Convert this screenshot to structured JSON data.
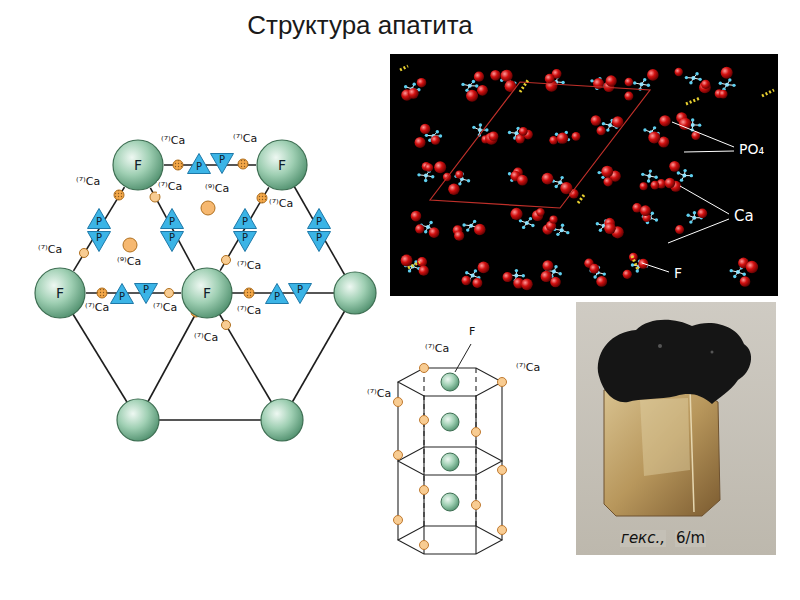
{
  "diagram": {
    "title": "Структура апатита",
    "nodes": [
      {
        "text": [
          "F"
        ]
      },
      {
        "text": [
          "F"
        ]
      },
      {
        "text": [
          "P"
        ]
      },
      {
        "text": [
          "P"
        ]
      },
      {
        "text": [
          "P"
        ]
      },
      {
        "text": [
          "P"
        ]
      },
      {
        "text": [
          "P"
        ]
      },
      {
        "text": [
          "P"
        ]
      },
      {
        "text": [
          "P"
        ]
      },
      {
        "text": [
          "P"
        ]
      },
      {
        "text": [
          "P"
        ]
      },
      {
        "text": [
          "P"
        ]
      },
      {
        "text": [
          "F"
        ]
      },
      {
        "text": [
          "P"
        ]
      },
      {
        "text": [
          "P"
        ]
      },
      {
        "text": [
          "F"
        ]
      },
      {
        "text": [
          "P"
        ]
      },
      {
        "text": [
          "P"
        ]
      }
    ],
    "edges": [
      {
        "from": 0,
        "to": 1,
        "arrow": "none"
      },
      {
        "from": 0,
        "to": 12,
        "arrow": "none"
      },
      {
        "from": 0,
        "to": 15,
        "arrow": "none"
      },
      {
        "from": 1,
        "to": 15,
        "arrow": "none"
      },
      {
        "from": 12,
        "to": 15,
        "arrow": "none"
      }
    ],
    "labels": [
      "⁽⁷⁾Ca",
      "⁽⁷⁾Ca",
      "⁽⁷⁾Ca",
      "⁽⁷⁾Ca",
      "⁽⁹⁾Ca",
      "⁽⁷⁾Ca",
      "⁽⁷⁾Ca",
      "⁽⁹⁾Ca",
      "⁽⁷⁾Ca",
      "⁽⁷⁾Ca",
      "⁽⁷⁾Ca",
      "⁽⁷⁾Ca",
      "⁽⁷⁾Ca",
      "PO₄",
      "Ca",
      "F",
      "F",
      "⁽⁷⁾Ca",
      "⁽⁷⁾Ca",
      "⁽⁷⁾Ca",
      "гекс.,",
      "6/m"
    ]
  }
}
